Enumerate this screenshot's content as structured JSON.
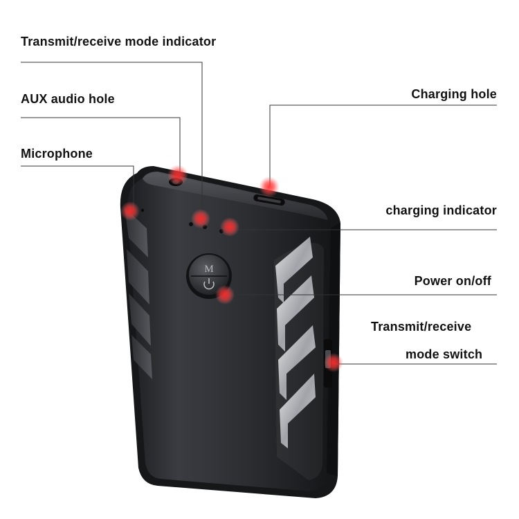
{
  "figure": {
    "labels": {
      "mode_indicator": "Transmit/receive mode indicator",
      "aux": "AUX audio hole",
      "microphone": "Microphone",
      "charging_hole": "Charging hole",
      "charging_indicator": "charging indicator",
      "power": "Power on/off",
      "switch_line1": "Transmit/receive",
      "switch_line2": "mode switch"
    },
    "button_letter": "M",
    "colors": {
      "callout_line": "#333333",
      "hotspot": "#e8202a",
      "body_dark": "#2a2c30",
      "body_edge": "#141518"
    }
  }
}
